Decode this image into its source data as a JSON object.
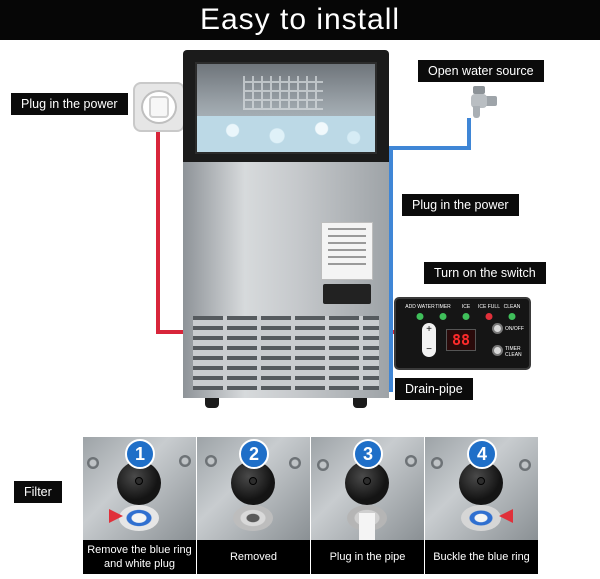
{
  "title": "Easy to install",
  "labels": {
    "plug_left": "Plug in the power",
    "water_source": "Open water source",
    "plug_right": "Plug in the power",
    "switch": "Turn on the switch",
    "drain": "Drain-pipe",
    "filter": "Filter"
  },
  "control_panel": {
    "indicators": [
      "ADD WATER",
      "TIMER",
      "ICE",
      "ICE FULL",
      "CLEAN"
    ],
    "display": "88",
    "plus": "+",
    "minus": "−",
    "onoff": "ON/OFF",
    "timer_clean": "TIMER\nCLEAN"
  },
  "steps": [
    {
      "number": "1",
      "caption": "Remove the blue ring and white plug"
    },
    {
      "number": "2",
      "caption": "Removed"
    },
    {
      "number": "3",
      "caption": "Plug in the pipe"
    },
    {
      "number": "4",
      "caption": "Buckle the blue ring"
    }
  ],
  "colors": {
    "power_wire": "#d8253a",
    "water_pipe": "#3f86d6",
    "badge": "#1f6fc8",
    "arrow": "#e0303a"
  }
}
